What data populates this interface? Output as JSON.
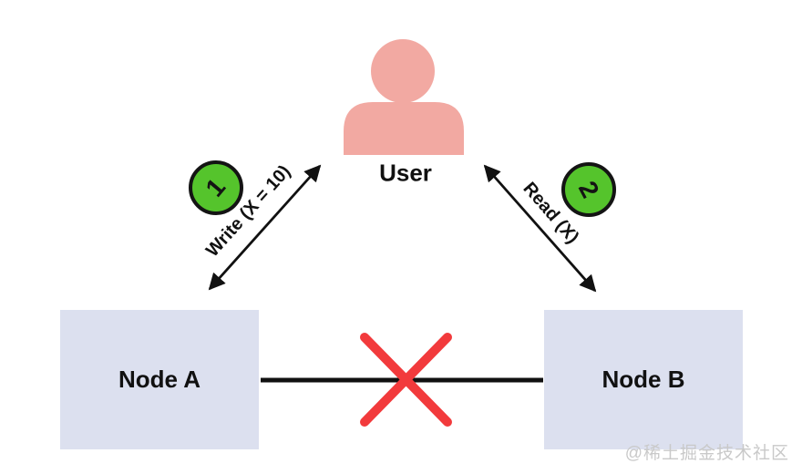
{
  "diagram": {
    "user_label": "User",
    "node_a": "Node A",
    "node_b": "Node B",
    "step1": {
      "number": "1",
      "label": "Write (X = 10)"
    },
    "step2": {
      "number": "2",
      "label": "Read (X)"
    },
    "watermark": "@稀土掘金技术社区",
    "colors": {
      "user_icon": "#f2a9a2",
      "node_fill": "#dce0ef",
      "step_badge_fill": "#55c42c",
      "step_badge_border": "#141414",
      "partition_cross": "#f23a3c",
      "arrow": "#111111",
      "watermark_text": "#c9c9c9",
      "background": "#ffffff"
    }
  }
}
